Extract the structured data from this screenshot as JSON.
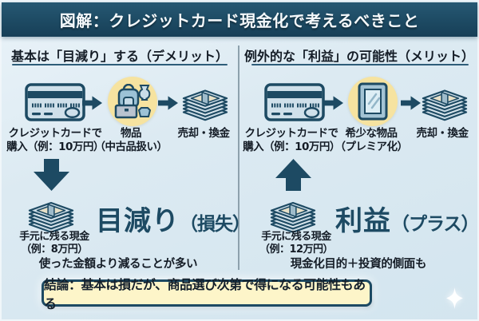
{
  "title": "図解：クレジットカード現金化で考えるべきこと",
  "colors": {
    "navy": "#1d4a63",
    "background": "#dceaf2",
    "highlight_circle": "#f6e3a0",
    "conclusion_bg": "#fdf5c9",
    "text_ink": "#141c26"
  },
  "left_panel": {
    "header": "基本は「目減り」する（デメリット）",
    "step1": {
      "icon": "credit-card",
      "line1": "クレジットカードで",
      "line2": "購入（例：10万円）"
    },
    "step2": {
      "icon": "used-goods",
      "line1": "物品",
      "line2": "（中古品扱い）"
    },
    "step3": {
      "icon": "cash-stack",
      "line1": "売却・換金"
    },
    "result": {
      "direction": "down",
      "cash_line1": "手元に残る現金",
      "cash_line2": "（例：8万円）",
      "headline": "目減り",
      "headline_suffix": "（損失）",
      "note": "使った金額より減ることが多い"
    }
  },
  "right_panel": {
    "header": "例外的な「利益」の可能性（メリット）",
    "step1": {
      "icon": "credit-card",
      "line1": "クレジットカードで",
      "line2": "購入（例：10万円）"
    },
    "step2": {
      "icon": "rare-item-mirror",
      "line1": "希少な物品",
      "line2": "（プレミア化）"
    },
    "step3": {
      "icon": "cash-stack",
      "line1": "売却・換金"
    },
    "result": {
      "direction": "up",
      "cash_line1": "手元に残る現金",
      "cash_line2": "（例：12万円）",
      "headline": "利益",
      "headline_suffix": "（プラス）",
      "note": "現金化目的＋投資的側面も"
    }
  },
  "conclusion": "結論：基本は損だが、商品選び次第で得になる可能性もある"
}
